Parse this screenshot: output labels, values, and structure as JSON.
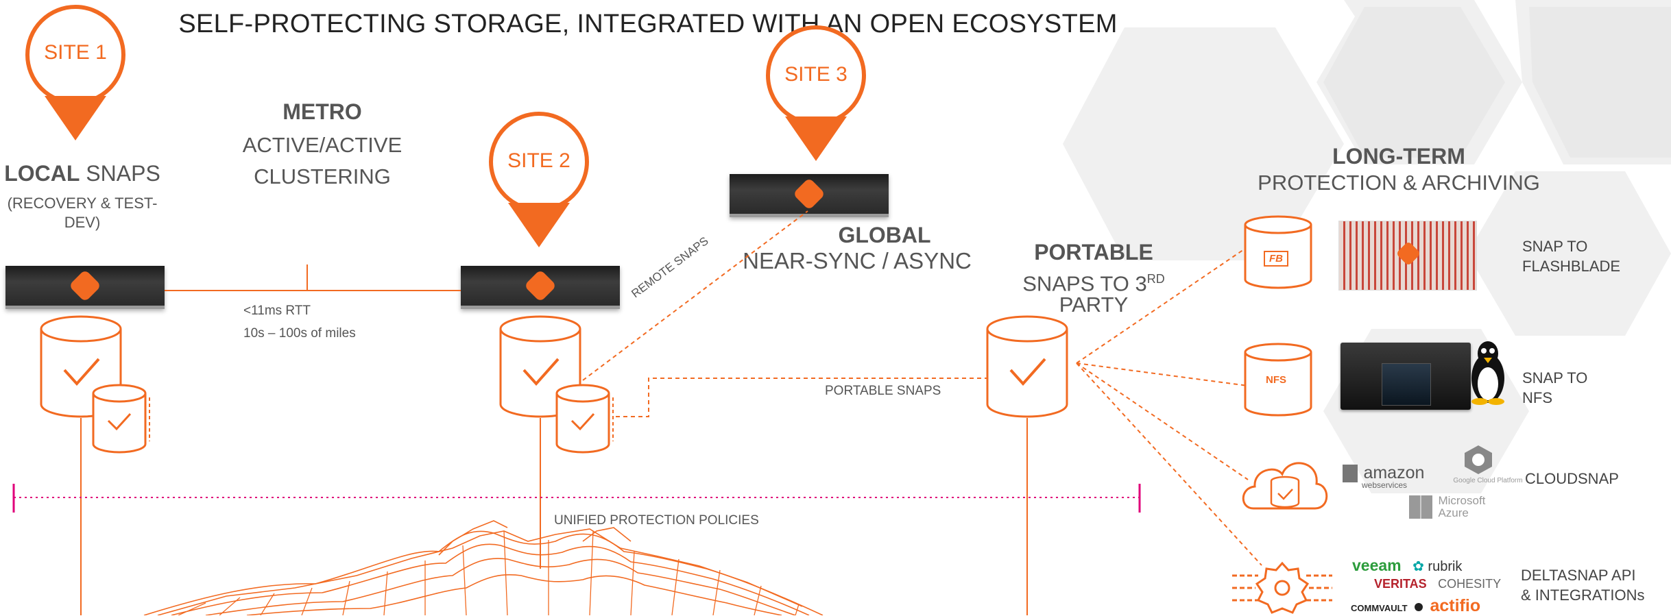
{
  "title": "SELF-PROTECTING STORAGE, INTEGRATED WITH AN OPEN ECOSYSTEM",
  "sites": {
    "site1": "SITE 1",
    "site2": "SITE 2",
    "site3": "SITE 3"
  },
  "local": {
    "bold": "LOCAL",
    "rest": " SNAPS",
    "sub": "(RECOVERY & TEST-DEV)"
  },
  "metro": {
    "bold": "METRO",
    "line1": "ACTIVE/ACTIVE",
    "line2": "CLUSTERING",
    "rtt": "<11ms RTT",
    "distance": "10s – 100s of miles"
  },
  "global": {
    "bold": "GLOBAL",
    "sub": "NEAR-SYNC / ASYNC",
    "remote_snaps": "REMOTE SNAPS"
  },
  "portable": {
    "bold": "PORTABLE",
    "line1_pre": "SNAPS TO 3",
    "line1_sup": "RD",
    "line2": "PARTY",
    "snaps_label": "PORTABLE SNAPS"
  },
  "unified": "UNIFIED PROTECTION POLICIES",
  "long_term": {
    "bold": "LONG-TERM",
    "sub": "PROTECTION & ARCHIVING"
  },
  "targets": [
    {
      "label1": "SNAP TO",
      "label2": "FLASHBLADE",
      "badge": "FB"
    },
    {
      "label1": "SNAP TO",
      "label2": "NFS",
      "badge": "NFS"
    },
    {
      "label1": "CLOUDSNAP",
      "label2": ""
    },
    {
      "label1": "DELTASNAP API",
      "label2": "& INTEGRATIONs"
    }
  ],
  "cloud_logos": {
    "amazon": "amazon",
    "amazon_sub": "webservices",
    "google": "Google Cloud Platform",
    "microsoft": "Microsoft",
    "azure": "Azure"
  },
  "partners": {
    "veeam": "veeam",
    "rubrik": "rubrik",
    "veritas": "VERITAS",
    "cohesity": "COHESITY",
    "commvault": "COMMVAULT",
    "actifio": "actifio"
  },
  "colors": {
    "accent": "#f26a21",
    "policy_line": "#e0007a",
    "hex_bg": "#eeeeee"
  }
}
